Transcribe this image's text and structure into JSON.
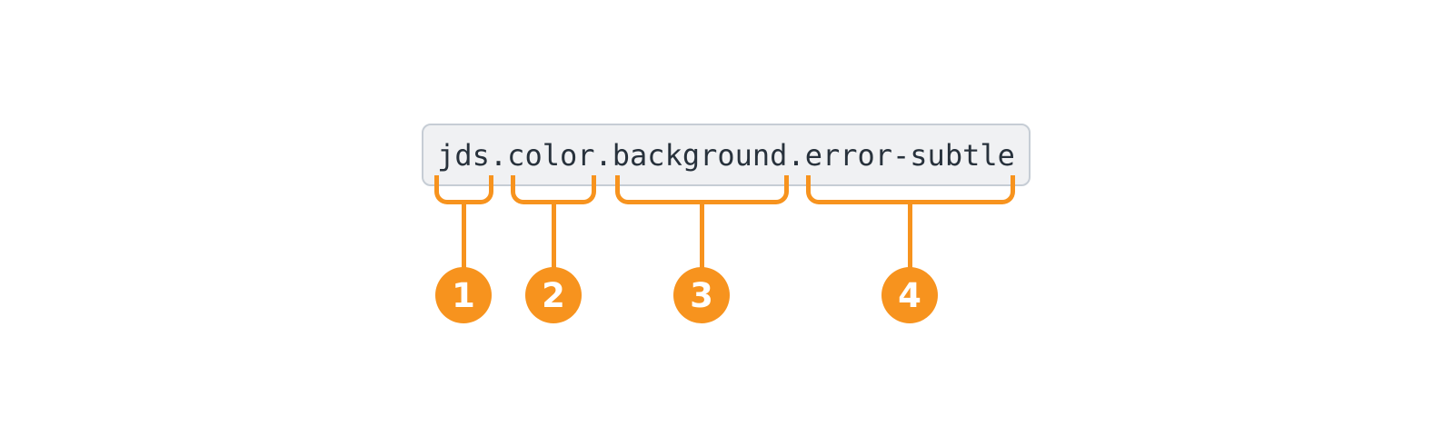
{
  "token_box": {
    "token": "jds.color.background.error-subtle"
  },
  "annotations": {
    "markers": [
      {
        "number": "1",
        "segment": "jds"
      },
      {
        "number": "2",
        "segment": "color"
      },
      {
        "number": "3",
        "segment": "background"
      },
      {
        "number": "4",
        "segment": "error-subtle"
      }
    ]
  },
  "colors": {
    "accent-orange": "#f7931e",
    "box-bg": "#f0f1f3",
    "box-border": "#c6cdd5",
    "token-text": "#28323c",
    "badge-number": "#ffffff",
    "canvas-bg": "#ffffff"
  }
}
